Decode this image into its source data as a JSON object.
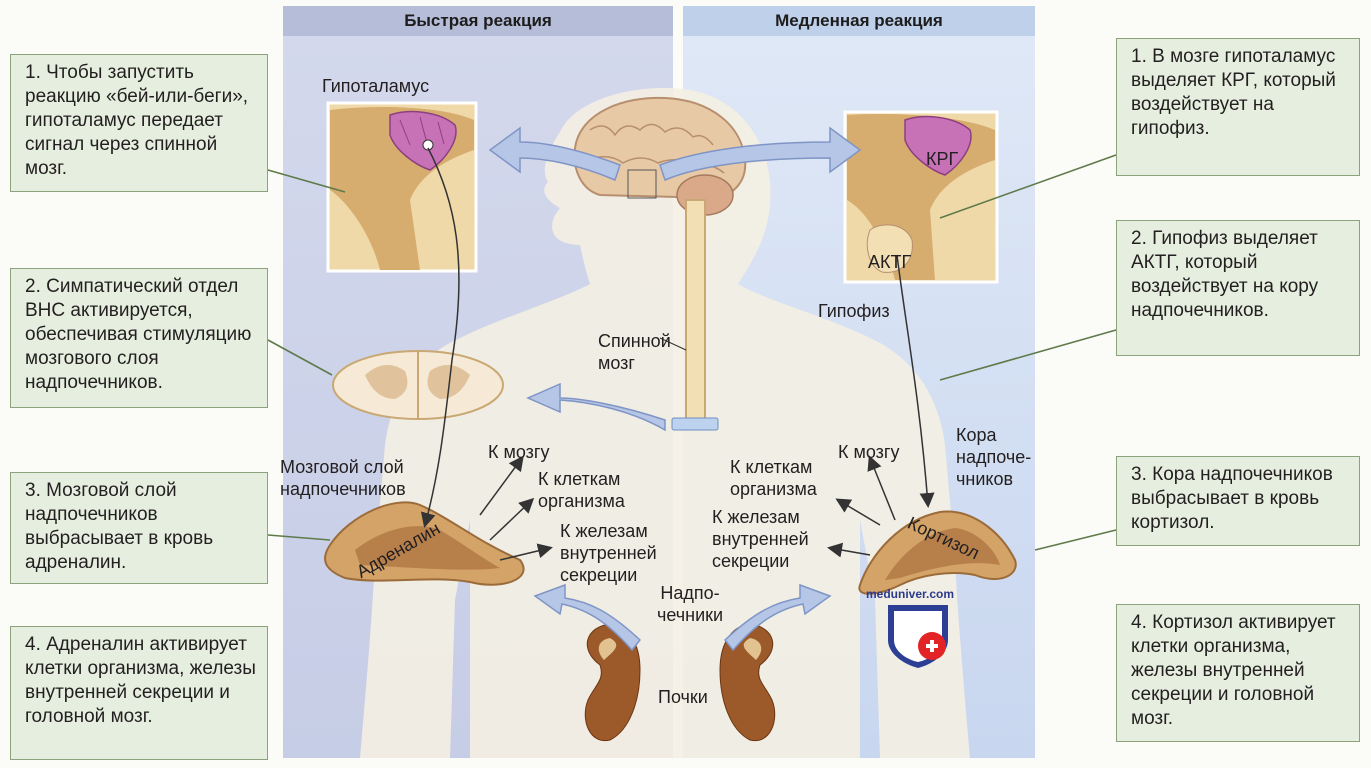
{
  "headers": {
    "fast": "Быстрая реакция",
    "slow": "Медленная реакция"
  },
  "left_steps": [
    "1. Чтобы запустить реакцию «бей-или-беги», гипоталамус передает сигнал через спинной мозг.",
    "2. Симпатический отдел ВНС активируется, обеспечивая стимуляцию мозгового слоя надпочечников.",
    "3. Мозговой слой надпочечников выбрасывает в кровь адреналин.",
    "4. Адреналин активирует клетки организма, железы внутренней секреции и головной мозг."
  ],
  "right_steps": [
    "1. В мозге гипоталамус выделяет КРГ, который воздействует на гипофиз.",
    "2. Гипофиз выделяет АКТГ, который воздействует на кору надпочечников.",
    "3. Кора надпочечников выбрасывает в кровь кортизол.",
    "4. Кортизол активирует клетки организма, железы внутренней секреции и головной мозг."
  ],
  "labels": {
    "hypothalamus": "Гипоталамус",
    "spinal_cord": "Спинной мозг",
    "adrenal_medulla": "Мозговой слой надпочечников",
    "adrenaline": "Адреналин",
    "to_brain_left": "К мозгу",
    "to_cells_left": "К клеткам организма",
    "to_glands_left": "К железам внутренней секреции",
    "adrenal_glands": "Надпо-чечники",
    "kidneys": "Почки",
    "crh": "КРГ",
    "acth": "АКТГ",
    "pituitary": "Гипофиз",
    "adrenal_cortex": "Кора надпоче-чников",
    "to_brain_right": "К мозгу",
    "to_cells_right": "К клеткам организма",
    "to_glands_right": "К железам внутренней секреции",
    "cortisol": "Кортизол"
  },
  "watermark": "meduniver.com",
  "colors": {
    "fast_panel": "#c9d0e6",
    "slow_panel": "#d6e2f3",
    "callout_bg": "#e6efdf",
    "callout_border": "#8ea17d",
    "tissue": "#f0d9a8",
    "hypothalamus": "#c772b7",
    "adrenal": "#c99a63",
    "kidney": "#9c5a2a"
  }
}
